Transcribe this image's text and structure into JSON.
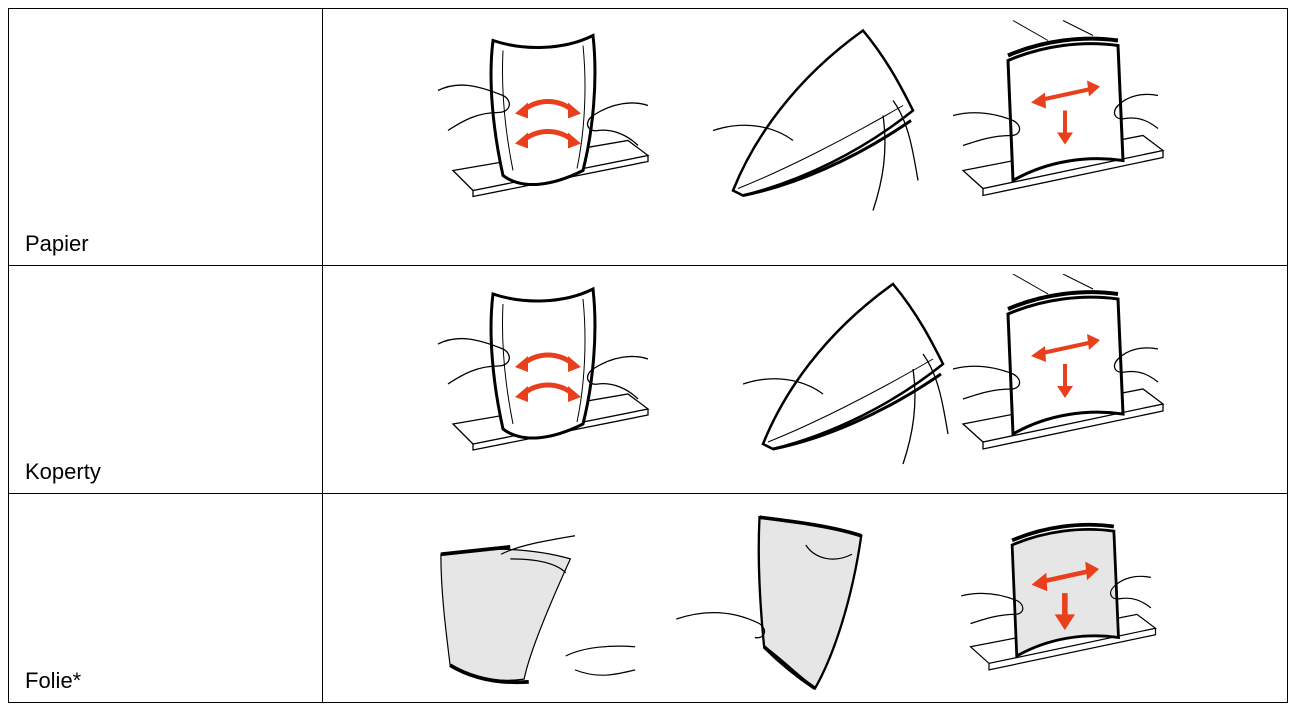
{
  "rows": [
    {
      "label": "Papier",
      "steps": [
        "flex-stack-icon",
        "fan-stack-icon",
        "align-stack-icon"
      ]
    },
    {
      "label": "Koperty",
      "steps": [
        "flex-envelopes-icon",
        "fan-envelopes-icon",
        "align-envelopes-icon"
      ]
    },
    {
      "label": "Folie*",
      "steps": [
        "flex-transparency-icon",
        "fan-transparency-icon",
        "align-transparency-icon"
      ]
    }
  ],
  "colors": {
    "arrow": "#e8401c",
    "line": "#000000",
    "background": "#ffffff",
    "film": "#e6e6e6"
  }
}
